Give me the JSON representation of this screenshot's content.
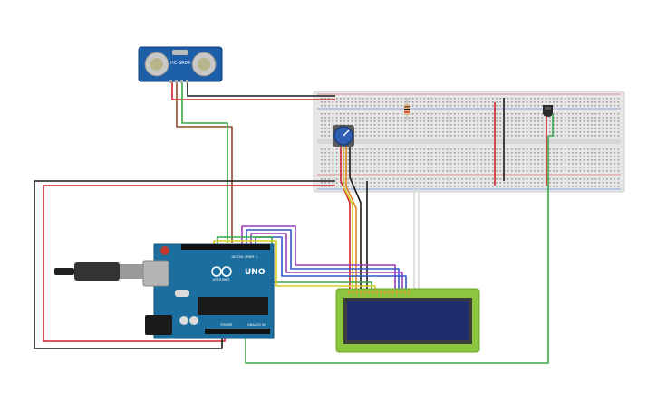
{
  "sensor": {
    "label": "HC-SR04"
  },
  "arduino": {
    "brand": "UNO",
    "sub": "ARDUINO",
    "digital_label": "DIGITAL (PWM~)",
    "power_label": "POWER",
    "analog_label": "ANALOG IN"
  },
  "colors": {
    "wire_red": "#d0222a",
    "wire_black": "#1a1a1a",
    "wire_green": "#39a845",
    "wire_brown": "#8b4a2b",
    "wire_yellow": "#d8cc22",
    "wire_orange": "#e08a22",
    "wire_purple": "#9b3fb8",
    "wire_blue": "#3355cc",
    "wire_white": "#e8e8e8",
    "board": "#1c6e9e",
    "lcd_frame": "#8cc63f",
    "lcd_screen": "#1e2d6b",
    "breadboard": "#e4e4e4"
  }
}
